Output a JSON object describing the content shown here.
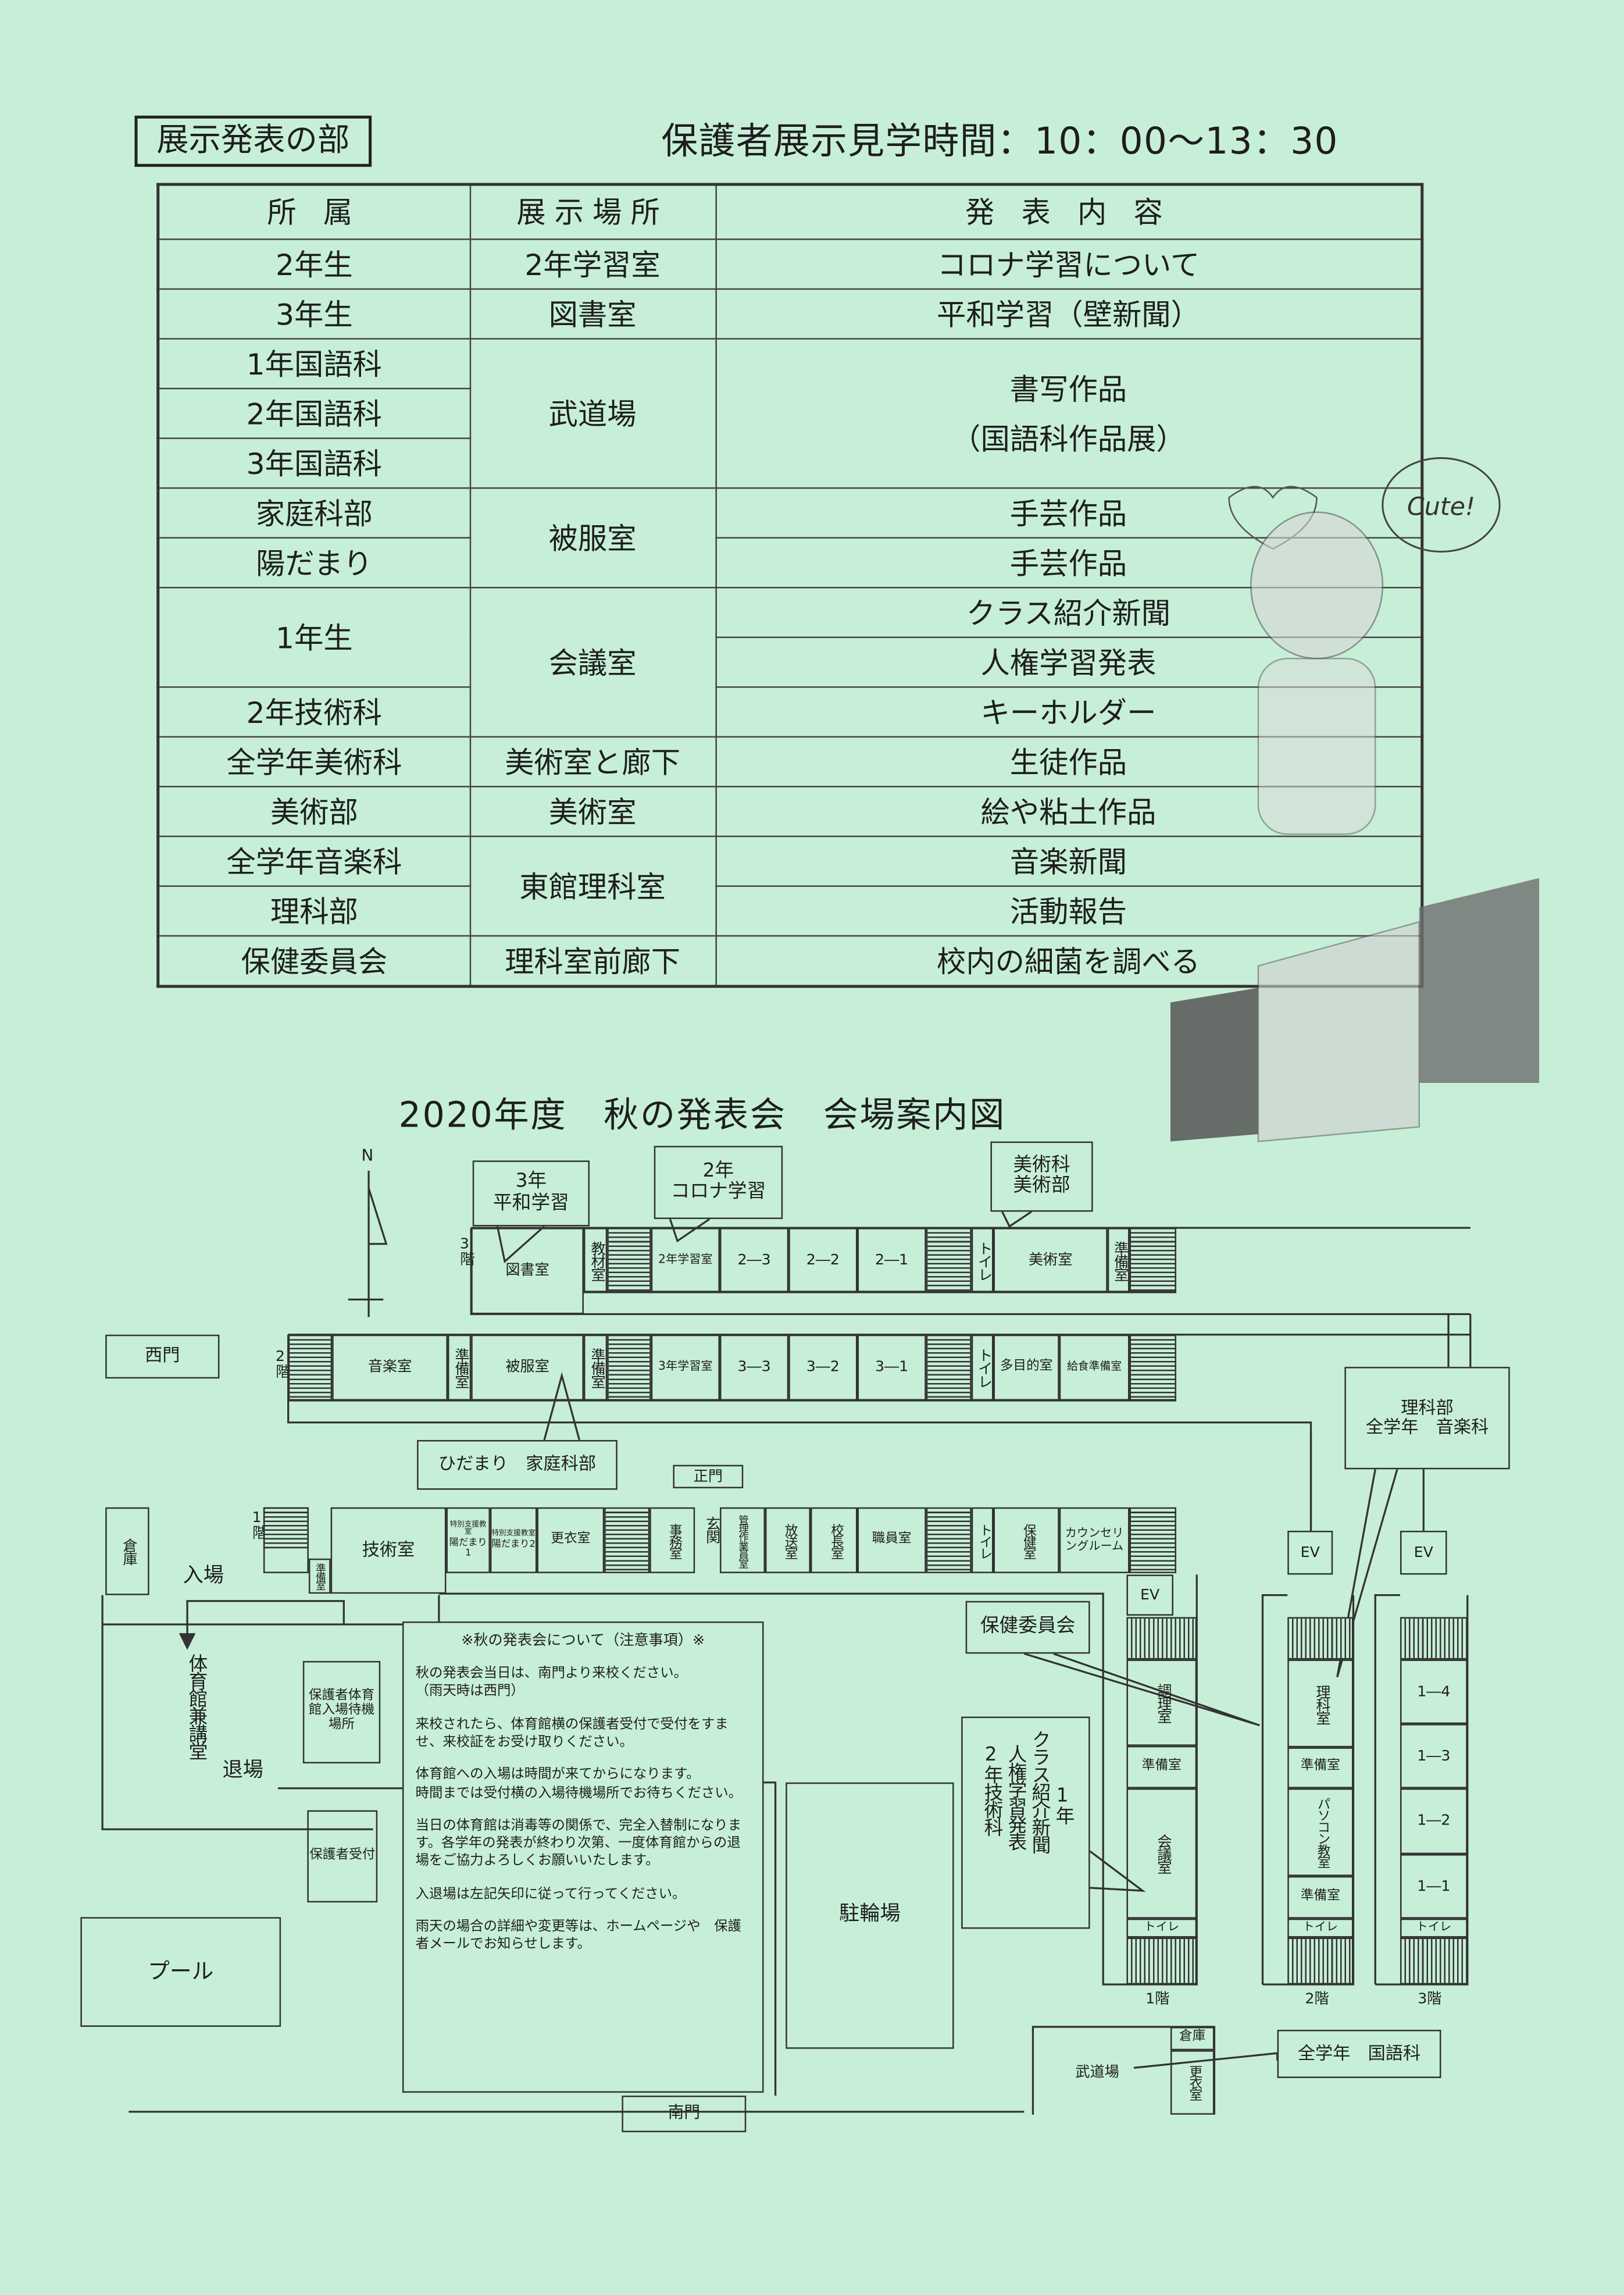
{
  "header": {
    "section_label": "展示発表の部",
    "visit_time": "保護者展示見学時間：10：00〜13：30"
  },
  "table": {
    "headers": [
      "所 属",
      "展示場所",
      "発 表 内 容"
    ],
    "affiliation": [
      "2年生",
      "3年生",
      "1年国語科",
      "2年国語科",
      "3年国語科",
      "家庭科部",
      "陽だまり",
      "1年生",
      "2年技術科",
      "全学年美術科",
      "美術部",
      "全学年音楽科",
      "理科部",
      "保健委員会"
    ],
    "location": [
      "2年学習室",
      "図書室",
      "武道場",
      "被服室",
      "会議室",
      "美術室と廊下",
      "美術室",
      "東館理科室",
      "理科室前廊下"
    ],
    "content": [
      "コロナ学習について",
      "平和学習（壁新聞）",
      "書写作品",
      "（国語科作品展）",
      "手芸作品",
      "手芸作品",
      "クラス紹介新聞",
      "人権学習発表",
      "キーホルダー",
      "生徒作品",
      "絵や粘土作品",
      "音楽新聞",
      "活動報告",
      "校内の細菌を調べる"
    ]
  },
  "illustration": {
    "bubble_text": "Cute!"
  },
  "map": {
    "title": "2020年度　秋の発表会　会場案内図",
    "north": "N",
    "gates": {
      "west": "西門",
      "main": "正門",
      "south": "南門"
    },
    "floor_labels": {
      "f3": "3階",
      "f2": "2階",
      "f1": "1階"
    },
    "f3": [
      "図書室",
      "教材室",
      "2年学習室",
      "2―3",
      "2―2",
      "2―1",
      "トイレ",
      "美術室",
      "準備室"
    ],
    "f2": [
      "音楽室",
      "準備室",
      "被服室",
      "準備室",
      "3年学習室",
      "3―3",
      "3―2",
      "3―1",
      "トイレ",
      "多目的室",
      "給食準備室"
    ],
    "f1": [
      "技術室",
      "準備室",
      "特別支援教室",
      "陽だまり1",
      "特別支援教室",
      "陽だまり2",
      "更衣室",
      "事務室",
      "玄関",
      "管理作業員室",
      "放送室",
      "校長室",
      "職員室",
      "トイレ",
      "保健室",
      "カウンセリングルーム"
    ],
    "east1": [
      "EV",
      "調理室",
      "準備室",
      "会議室",
      "トイレ"
    ],
    "east2": [
      "EV",
      "理科室",
      "準備室",
      "パソコン教室",
      "準備室",
      "トイレ"
    ],
    "east3": [
      "EV",
      "1―4",
      "1―3",
      "1―2",
      "1―1",
      "トイレ"
    ],
    "wing_labels": [
      "1階",
      "2階",
      "3階"
    ],
    "callouts": {
      "f3_peace": "3年\n平和学習",
      "f2_corona": "2年\nコロナ学習",
      "art": "美術科\n美術部",
      "home": "ひだまり　家庭科部",
      "science": "理科部\n全学年　音楽科",
      "health": "保健委員会",
      "class_1": "1年",
      "class_2": "クラス紹介新聞",
      "class_3": "人権学習発表",
      "class_4": "2年技術科",
      "japanese": "全学年　国語科"
    },
    "storage": "倉庫",
    "entry": "入場",
    "exit": "退場",
    "gym": "体育館兼講堂",
    "waiting": "保護者体育館入場待機場所",
    "reception": "保護者受付",
    "pool": "プール",
    "bike": "駐輪場",
    "budo": "武道場",
    "budo_rooms": [
      "倉庫",
      "更衣室"
    ],
    "notes": {
      "title": "※秋の発表会について（注意事項）※",
      "paragraphs": [
        "秋の発表会当日は、南門より来校ください。\n（雨天時は西門）",
        "来校されたら、体育館横の保護者受付で受付をすませ、来校証をお受け取りください。",
        "体育館への入場は時間が来てからになります。\n時間までは受付横の入場待機場所でお待ちください。",
        "当日の体育館は消毒等の関係で、完全入替制になります。各学年の発表が終わり次第、一度体育館からの退場をご協力よろしくお願いいたします。",
        "入退場は左記矢印に従って行ってください。",
        "雨天の場合の詳細や変更等は、ホームページや　保護者メールでお知らせします。"
      ]
    }
  }
}
